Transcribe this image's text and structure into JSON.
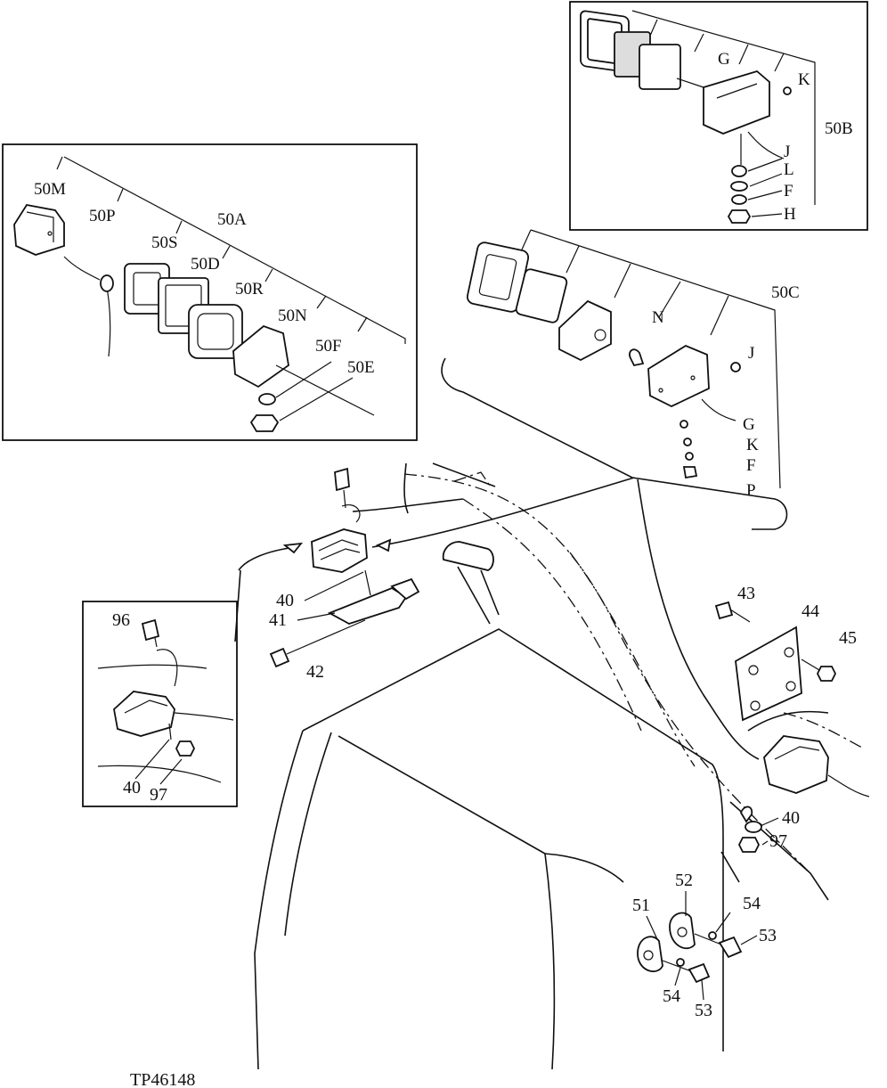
{
  "figure": {
    "reference": "TP46148",
    "inset_top_right": {
      "assembly": "50B",
      "callouts": [
        "G",
        "K",
        "J",
        "L",
        "F",
        "H"
      ]
    },
    "inset_top_left": {
      "assembly": "50A",
      "callouts": [
        "50M",
        "50P",
        "50S",
        "50D",
        "50R",
        "50N",
        "50F",
        "50E"
      ]
    },
    "center_group": {
      "assembly": "50C",
      "callouts": [
        "N",
        "J",
        "G",
        "K",
        "F",
        "P"
      ]
    },
    "inset_lower_left": {
      "callouts": [
        "96",
        "40",
        "97"
      ]
    },
    "main_view": {
      "callouts": [
        "40",
        "41",
        "42",
        "43",
        "44",
        "45",
        "40",
        "97",
        "51",
        "52",
        "54",
        "53",
        "54",
        "53"
      ]
    }
  }
}
